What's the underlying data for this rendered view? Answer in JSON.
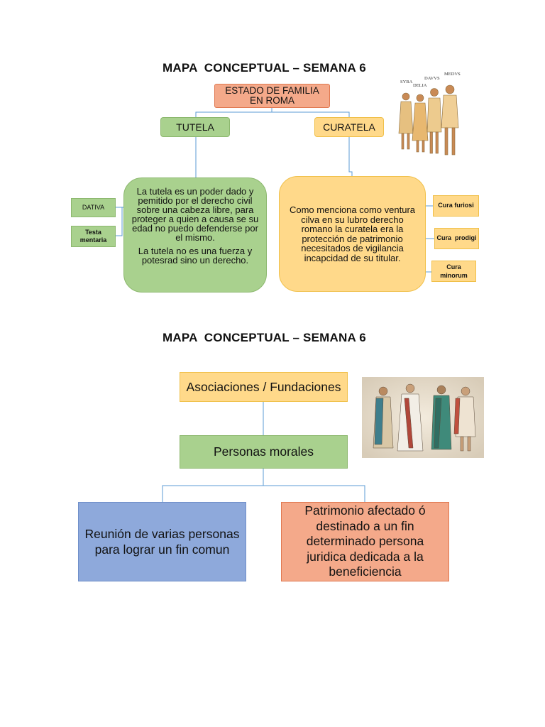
{
  "map1": {
    "title": "MAPA  CONCEPTUAL – SEMANA 6",
    "root": "ESTADO  DE FAMILIA\nEN ROMA",
    "tutela": {
      "label": "TUTELA",
      "description": "La tutela  es un poder dado y pemitido por el derecho civil sobre una cabeza libre, para proteger a quien a causa se su edad no puedo defenderse por el mismo.",
      "description2": "La tutela no es una fuerza y potesrad sino un derecho.",
      "types": [
        "DATIVA",
        "Testa\nmentaria"
      ]
    },
    "curatela": {
      "label": "CURATELA",
      "description": "Como menciona como ventura cilva en su lubro derecho romano la curatela era la protección de patrimonio necesitados de vigilancia incapcidad de su titular.",
      "types": [
        "Cura furiosi",
        "Cura  prodigi",
        "Cura\nminorum"
      ]
    },
    "image_captions": [
      "SYRA",
      "DELIA",
      "DAVVS",
      "MEDVS"
    ]
  },
  "map2": {
    "title": "MAPA  CONCEPTUAL – SEMANA 6",
    "root": "Asociaciones / Fundaciones",
    "middle": "Personas morales",
    "left": "Reunión de varias personas para lograr un fin comun",
    "right": "Patrimonio afectado ó destinado a un fin determinado persona juridica dedicada a la beneficiencia"
  },
  "colors": {
    "root_fill": "#F4A98A",
    "root_border": "#E07850",
    "green_fill": "#A9D18E",
    "green_border": "#8CB86E",
    "yellow_fill": "#FFD98A",
    "yellow_border": "#F0C04A",
    "orange_fill": "#F4A98A",
    "blue_fill": "#8EA9DB",
    "line": "#5B9BD5"
  }
}
